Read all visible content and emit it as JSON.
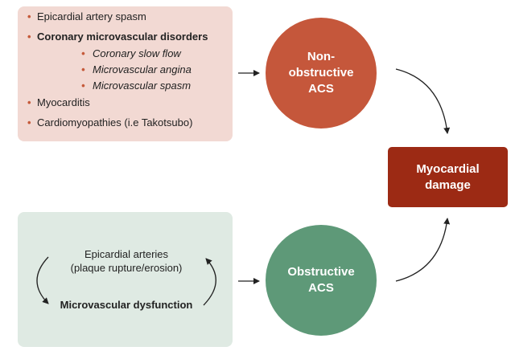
{
  "top_panel": {
    "items": [
      {
        "label": "Epicardial artery spasm",
        "bold": false
      },
      {
        "label": "Coronary microvascular disorders",
        "bold": true,
        "subitems": [
          "Coronary slow flow",
          "Microvascular angina",
          "Microvascular spasm"
        ]
      },
      {
        "label": "Myocarditis",
        "bold": false
      },
      {
        "label": "Cardiomyopathies (i.e Takotsubo)",
        "bold": false
      }
    ]
  },
  "bottom_panel": {
    "epicardial_line1": "Epicardial arteries",
    "epicardial_line2": "(plaque rupture/erosion)",
    "microvascular": "Microvascular dysfunction"
  },
  "nodes": {
    "non_obstructive": "Non-obstructive ACS",
    "obstructive": "Obstructive ACS",
    "myocardial_damage": "Myocardial damage"
  },
  "colors": {
    "top_panel_bg": "#f2d9d3",
    "bottom_panel_bg": "#dfeae3",
    "non_obstructive": "#c5573b",
    "obstructive": "#5e9978",
    "myocardial_damage": "#9c2a14",
    "bullet": "#c55a3a"
  }
}
